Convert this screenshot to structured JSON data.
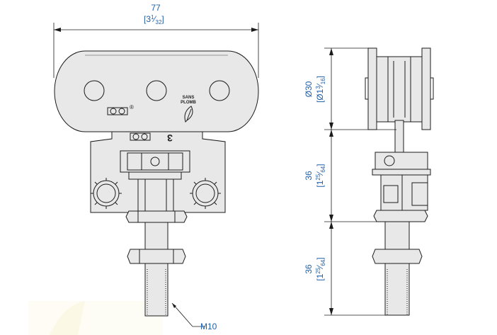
{
  "dimensions": {
    "width": {
      "value": "77",
      "imperial_whole": "3",
      "imperial_num": "1",
      "imperial_den": "32"
    },
    "diameter": {
      "value": "Ø30",
      "imperial_prefix": "Ø1",
      "imperial_num": "3",
      "imperial_den": "16"
    },
    "height_upper": {
      "value": "36",
      "imperial_whole": "1",
      "imperial_num": "25",
      "imperial_den": "64"
    },
    "height_lower": {
      "value": "36",
      "imperial_whole": "1",
      "imperial_num": "25",
      "imperial_den": "64"
    }
  },
  "callouts": {
    "thread": "M10"
  },
  "markings": {
    "logo_line1": "SANS",
    "logo_line2": "PLOMB",
    "plate_number": "3",
    "registered": "®"
  }
}
